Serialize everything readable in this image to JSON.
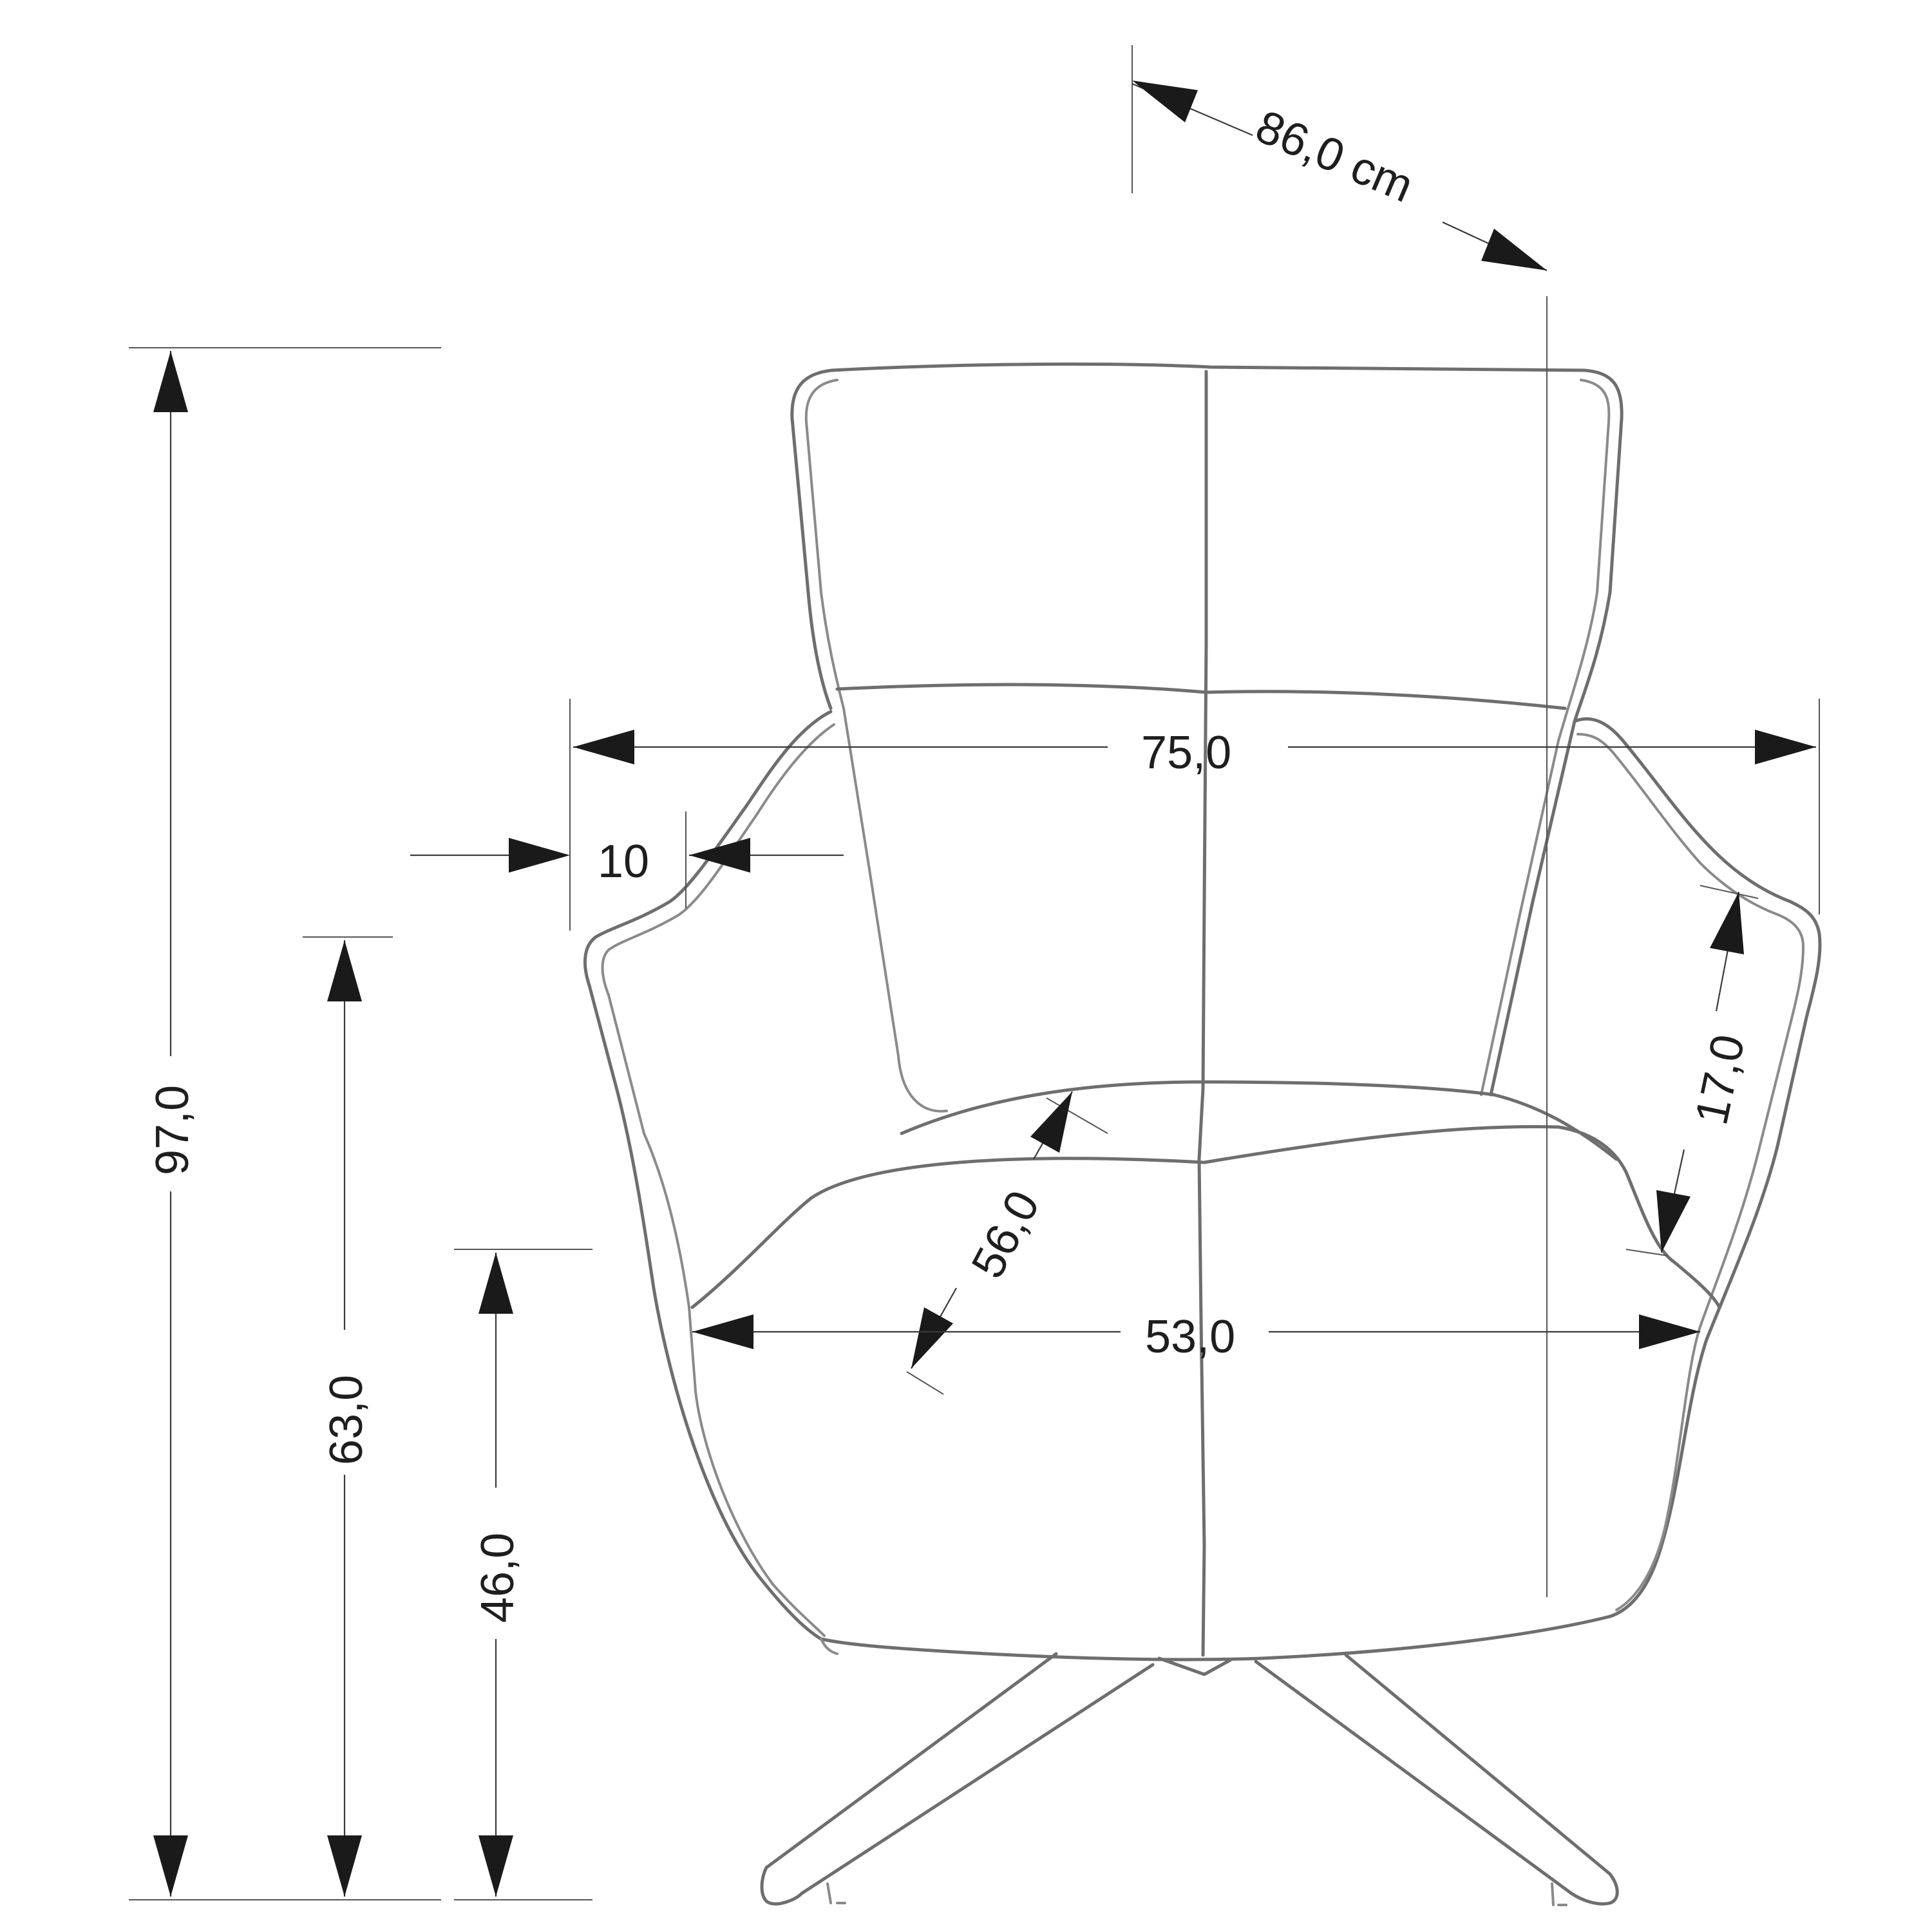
{
  "dimensions": {
    "depth": "86,0 cm",
    "total_height": "97,0",
    "armrest_height": "63,0",
    "seat_height": "46,0",
    "total_width": "75,0",
    "armrest_width": "10",
    "seat_depth": "56,0",
    "seat_width": "53,0",
    "armrest_to_seat": "17,0"
  },
  "colors": {
    "outline": "#6e6e6e",
    "dimension_line": "#3a3a3a",
    "arrow": "#1a1a1a",
    "text": "#1e1e1e",
    "background": "#ffffff"
  }
}
